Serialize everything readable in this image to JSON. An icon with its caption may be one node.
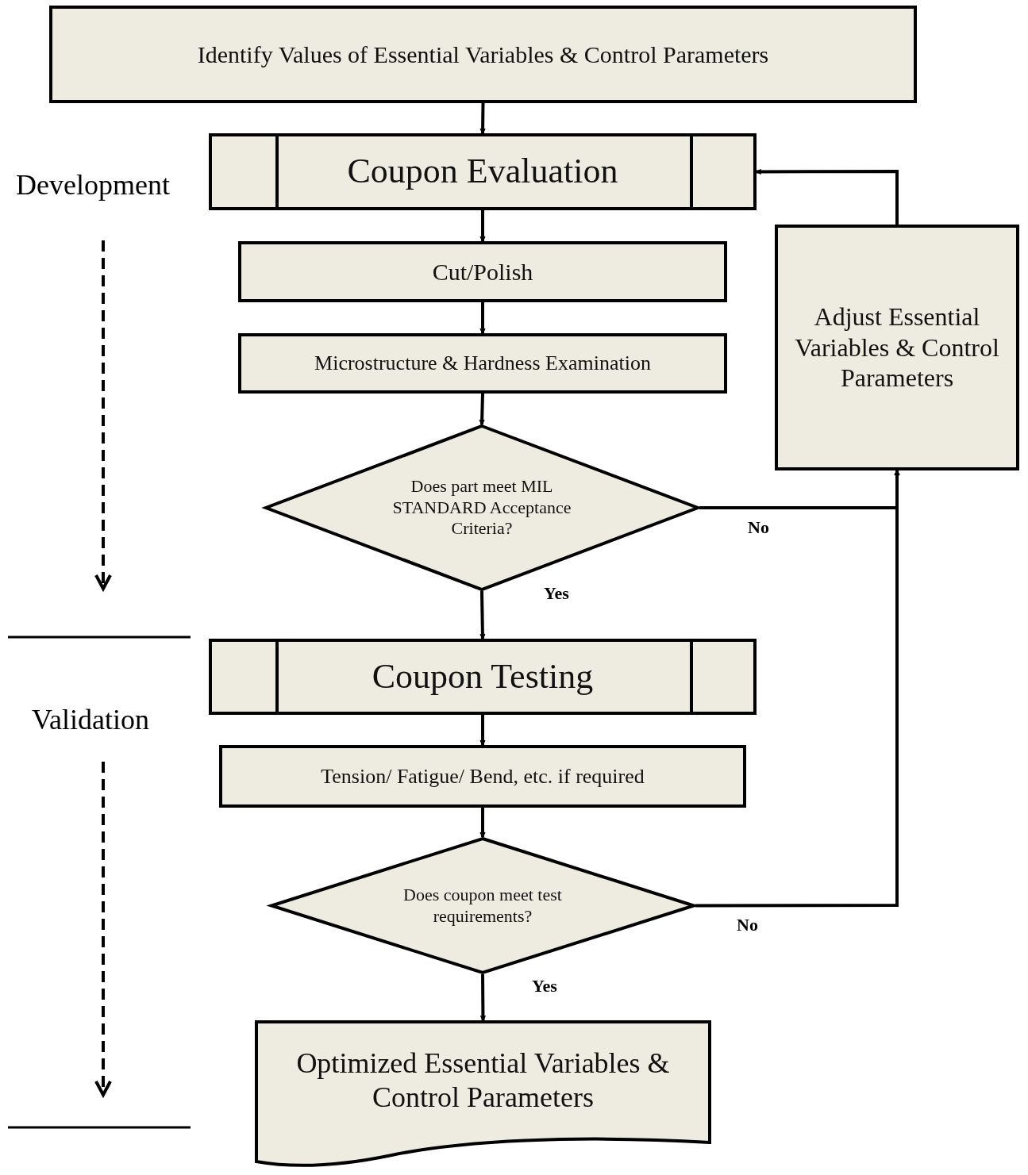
{
  "diagram": {
    "nodes": [
      {
        "text": [
          "Identify Values of Essential Variables & Control Parameters"
        ]
      },
      {
        "text": [
          "Coupon Evaluation"
        ]
      },
      {
        "text": [
          "Cut/Polish"
        ]
      },
      {
        "text": [
          "Microstructure & Hardness Examination"
        ]
      },
      {
        "text": [
          "Does part meet MIL STANDARD Acceptance Criteria?"
        ]
      },
      {
        "text": [
          "Adjust Essential Variables & Control Parameters"
        ]
      },
      {
        "text": [
          "Coupon Testing"
        ]
      },
      {
        "text": [
          "Tension/ Fatigue/ Bend, etc. if required"
        ]
      },
      {
        "text": [
          "Does coupon meet test requirements?"
        ]
      },
      {
        "text": [
          "Optimized Essential Variables & Control Parameters"
        ]
      }
    ],
    "edges": [
      {
        "from": 0,
        "to": 1,
        "arrow": "to"
      },
      {
        "from": 1,
        "to": 2,
        "arrow": "to"
      },
      {
        "from": 2,
        "to": 3,
        "arrow": "to"
      },
      {
        "from": 3,
        "to": 4,
        "arrow": "to"
      },
      {
        "from": 4,
        "to": 6,
        "arrow": "to",
        "label": "Yes"
      },
      {
        "from": 4,
        "to": 5,
        "arrow": "to",
        "label": "No"
      },
      {
        "from": 5,
        "to": 1,
        "arrow": "to"
      },
      {
        "from": 6,
        "to": 7,
        "arrow": "to"
      },
      {
        "from": 7,
        "to": 8,
        "arrow": "to"
      },
      {
        "from": 8,
        "to": 5,
        "arrow": "to",
        "label": "No"
      },
      {
        "from": 8,
        "to": 9,
        "arrow": "to",
        "label": "Yes"
      }
    ],
    "labels": [
      "Development",
      "Validation"
    ]
  }
}
